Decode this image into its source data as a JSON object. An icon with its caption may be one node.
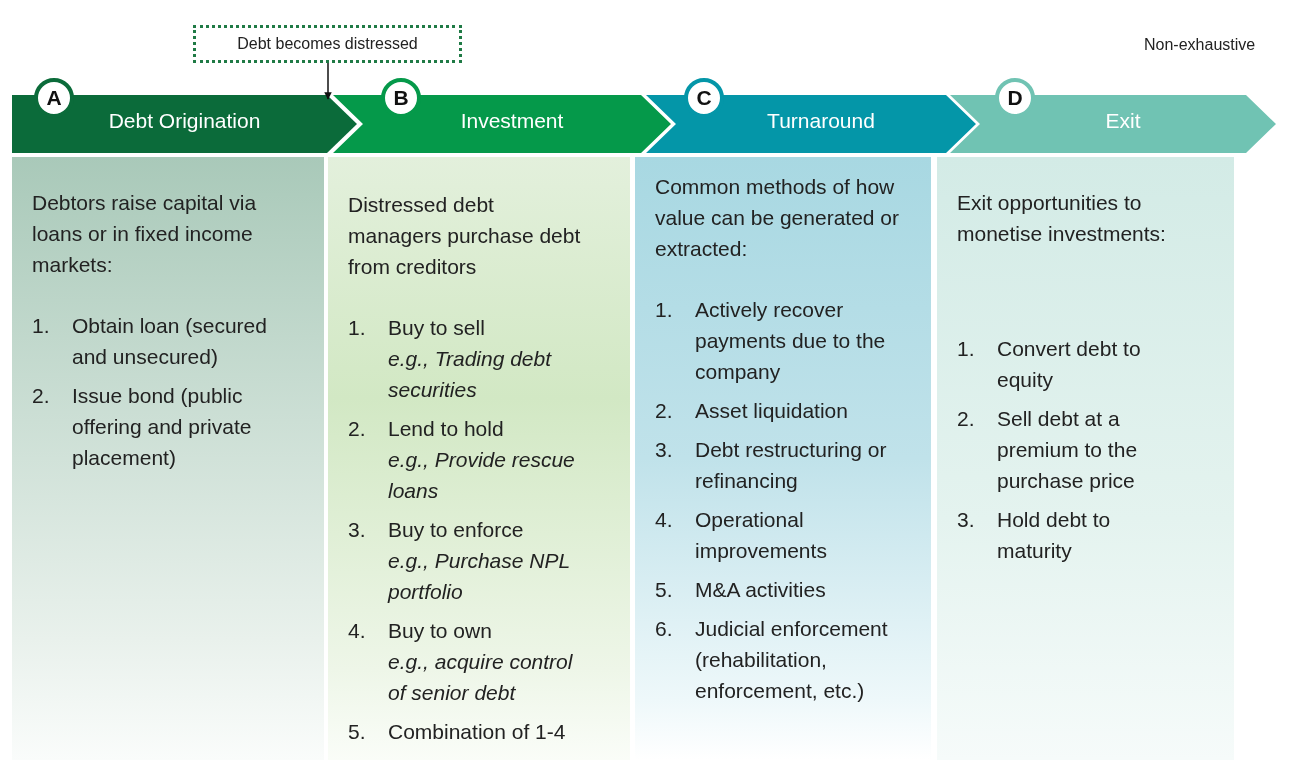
{
  "diagram": {
    "nodes": [
      {
        "text": [
          "Debt becomes distressed"
        ]
      },
      {
        "text": [
          "A",
          "Debt Origination"
        ]
      },
      {
        "text": [
          "B",
          "Investment"
        ]
      },
      {
        "text": [
          "C",
          "Turnaround"
        ]
      },
      {
        "text": [
          "D",
          "Exit"
        ]
      },
      {
        "text": [
          "Debtors raise capital via loans or in fixed income markets:",
          "1.",
          "Obtain loan (secured and unsecured)",
          "2.",
          "Issue bond (public offering and private placement)"
        ]
      },
      {
        "text": [
          "Distressed debt managers purchase debt from creditors",
          "1.",
          "Buy to sell *e.g., Trading debt securities*",
          "2.",
          "Lend to hold *e.g., Provide rescue loans*",
          "3.",
          "Buy to enforce *e.g., Purchase NPL portfolio*",
          "4.",
          "Buy to own *e.g., acquire control of senior debt*",
          "5.",
          "Combination of 1-4"
        ]
      },
      {
        "text": [
          "Common methods of how value can be generated or extracted:",
          "1.",
          "Actively recover payments due to the company",
          "2.",
          "Asset liquidation",
          "3.",
          "Debt restructuring or refinancing",
          "4.",
          "Operational improvements",
          "5.",
          "M&A activities",
          "6.",
          "Judicial enforcement (rehabilitation, enforcement, etc.)"
        ]
      },
      {
        "text": [
          "Exit opportunities to monetise investments:",
          "1.",
          "Convert debt to equity",
          "2.",
          "Sell debt at a premium to the purchase price",
          "3.",
          "Hold debt to maturity"
        ]
      }
    ],
    "edges": [
      {
        "from": 0,
        "to": 2,
        "arrow": "to"
      }
    ],
    "labels": [
      "Non-exhaustive"
    ]
  }
}
